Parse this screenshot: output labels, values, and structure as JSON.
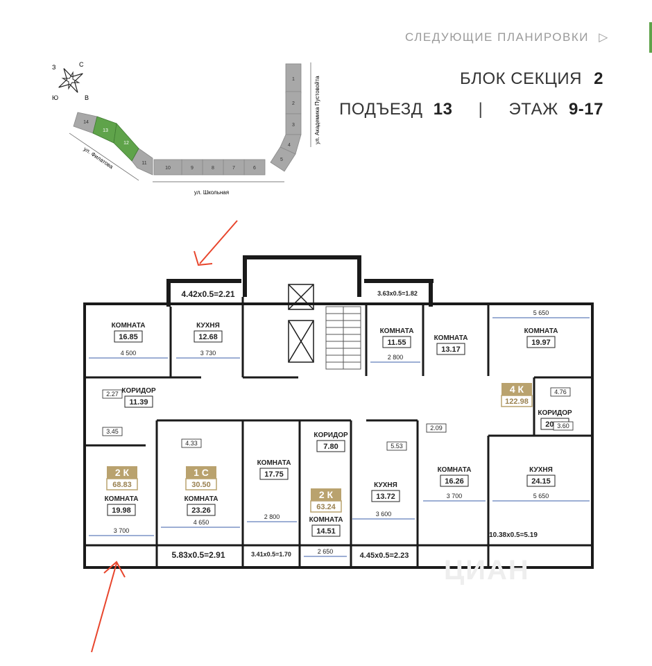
{
  "nav": {
    "next_label": "СЛЕДУЮЩИЕ ПЛАНИРОВКИ",
    "next_icon": "play-outline-icon"
  },
  "header": {
    "block_label": "БЛОК СЕКЦИЯ",
    "block_value": "2",
    "entrance_label": "ПОДЪЕЗД",
    "entrance_value": "13",
    "separator": "|",
    "floor_label": "ЭТАЖ",
    "floor_value": "9-17"
  },
  "compass": {
    "n": "С",
    "e": "В",
    "s": "Ю",
    "w": "З"
  },
  "site_map": {
    "streets": [
      "ул. Академика Пустовойта",
      "ул. Школьная",
      "ул. Филатова"
    ],
    "sections": [
      "1",
      "2",
      "3",
      "4",
      "5",
      "6",
      "7",
      "8",
      "9",
      "10",
      "11",
      "12",
      "13",
      "14"
    ],
    "highlighted": [
      "12",
      "13"
    ]
  },
  "plan": {
    "rooms": [
      {
        "name": "КОМНАТА",
        "area": "16.85"
      },
      {
        "name": "КУХНЯ",
        "area": "12.68"
      },
      {
        "name": "КОМНАТА",
        "area": "11.55"
      },
      {
        "name": "КОМНАТА",
        "area": "13.17"
      },
      {
        "name": "КОМНАТА",
        "area": "19.97"
      },
      {
        "name": "КОРИДОР",
        "area": "11.39"
      },
      {
        "name": "КОРИДОР",
        "area": "20.42"
      },
      {
        "name": "КОРИДОР",
        "area": "7.80"
      },
      {
        "name": "КОМНАТА",
        "area": "19.98"
      },
      {
        "name": "КОМНАТА",
        "area": "23.26"
      },
      {
        "name": "КОМНАТА",
        "area": "17.75"
      },
      {
        "name": "КОМНАТА",
        "area": "14.51"
      },
      {
        "name": "КУХНЯ",
        "area": "13.72"
      },
      {
        "name": "КОМНАТА",
        "area": "16.26"
      },
      {
        "name": "КУХНЯ",
        "area": "24.15"
      }
    ],
    "small_areas": [
      "2.27",
      "3.45",
      "4.33",
      "4.76",
      "3.60",
      "2.09",
      "5.53"
    ],
    "balconies": [
      "4.42x0.5=2.21",
      "3.63x0.5=1.82",
      "5.83x0.5=2.91",
      "3.41x0.5=1.70",
      "4.45x0.5=2.23",
      "10.38x0.5=5.19"
    ],
    "dimensions": [
      "4 500",
      "3 730",
      "2 800",
      "5 650",
      "3 700",
      "4 650",
      "2 800",
      "2 650",
      "3 600",
      "3 700",
      "5 650"
    ],
    "apartments": [
      {
        "type": "2 К",
        "area": "68.83"
      },
      {
        "type": "1 С",
        "area": "30.50"
      },
      {
        "type": "2 К",
        "area": "63.24"
      },
      {
        "type": "4 К",
        "area": "122.98"
      }
    ],
    "colors": {
      "wall": "#1a1a1a",
      "dim_line": "#3a5ea8",
      "badge": "#b9a26e",
      "highlight": "#5fa34a",
      "arrow": "#e8452c"
    }
  },
  "watermark": "ЦИАН"
}
